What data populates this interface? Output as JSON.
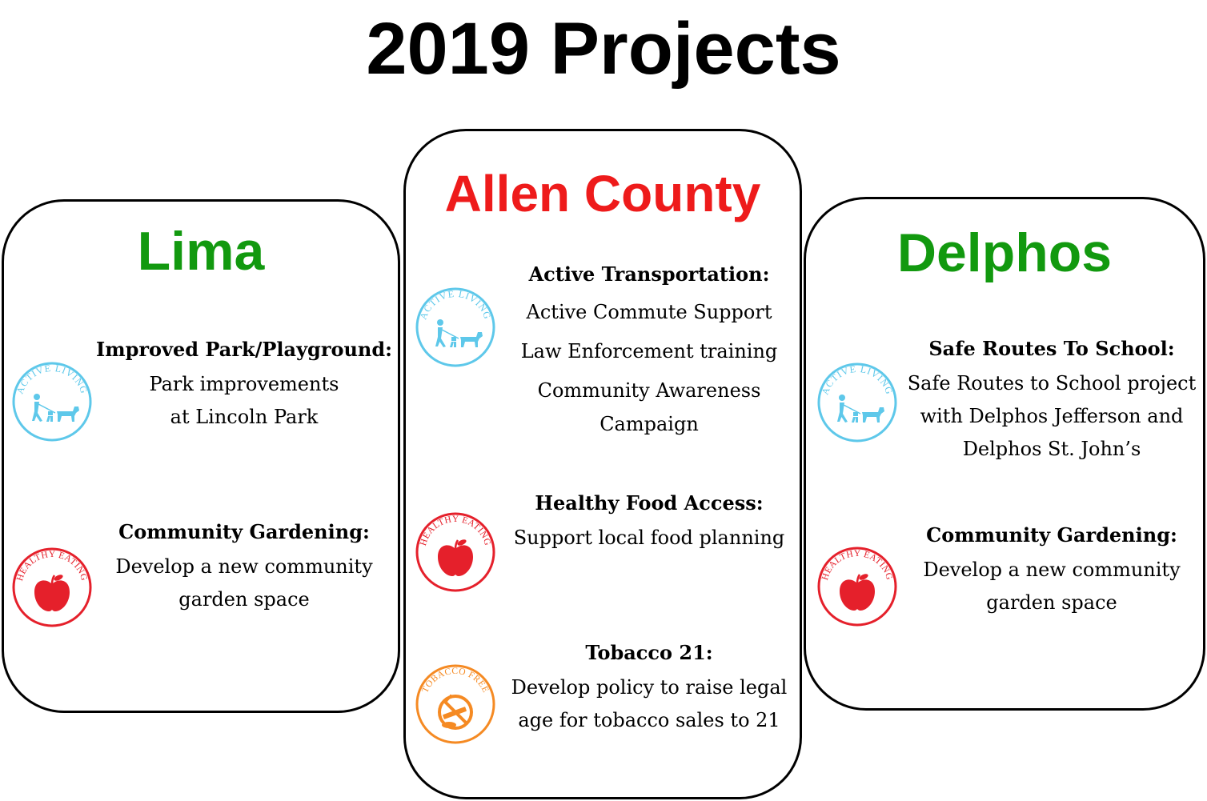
{
  "title": "2019 Projects",
  "colors": {
    "green": "#12990f",
    "red": "#ee1b1b",
    "active_living": "#5ec8ea",
    "healthy_eating": "#e5202b",
    "tobacco_free": "#f58a23"
  },
  "lima": {
    "title": "Lima",
    "sections": [
      {
        "icon": "active-living-icon",
        "icon_text": "ACTIVE LIVING",
        "heading": "Improved Park/Playground:",
        "lines": [
          "Park improvements",
          "at Lincoln Park"
        ]
      },
      {
        "icon": "healthy-eating-icon",
        "icon_text": "HEALTHY EATING",
        "heading": "Community Gardening:",
        "lines": [
          "Develop a new community",
          "garden space"
        ]
      }
    ]
  },
  "allen": {
    "title": "Allen County",
    "sections": [
      {
        "icon": "active-living-icon",
        "icon_text": "ACTIVE LIVING",
        "heading": "Active Transportation:",
        "lines": [
          "Active Commute Support",
          "Law Enforcement training",
          "Community Awareness",
          "Campaign"
        ]
      },
      {
        "icon": "healthy-eating-icon",
        "icon_text": "HEALTHY EATING",
        "heading": "Healthy Food Access:",
        "lines": [
          "Support local food planning"
        ]
      },
      {
        "icon": "tobacco-free-icon",
        "icon_text": "TOBACCO FREE",
        "heading": "Tobacco 21:",
        "lines": [
          "Develop policy to raise legal",
          "age for tobacco sales to 21"
        ]
      }
    ]
  },
  "delphos": {
    "title": "Delphos",
    "sections": [
      {
        "icon": "active-living-icon",
        "icon_text": "ACTIVE LIVING",
        "heading": "Safe Routes To School:",
        "lines": [
          "Safe Routes to School project",
          "with Delphos Jefferson and",
          "Delphos St. John’s"
        ]
      },
      {
        "icon": "healthy-eating-icon",
        "icon_text": "HEALTHY EATING",
        "heading": "Community Gardening:",
        "lines": [
          "Develop a new community",
          "garden space"
        ]
      }
    ]
  }
}
